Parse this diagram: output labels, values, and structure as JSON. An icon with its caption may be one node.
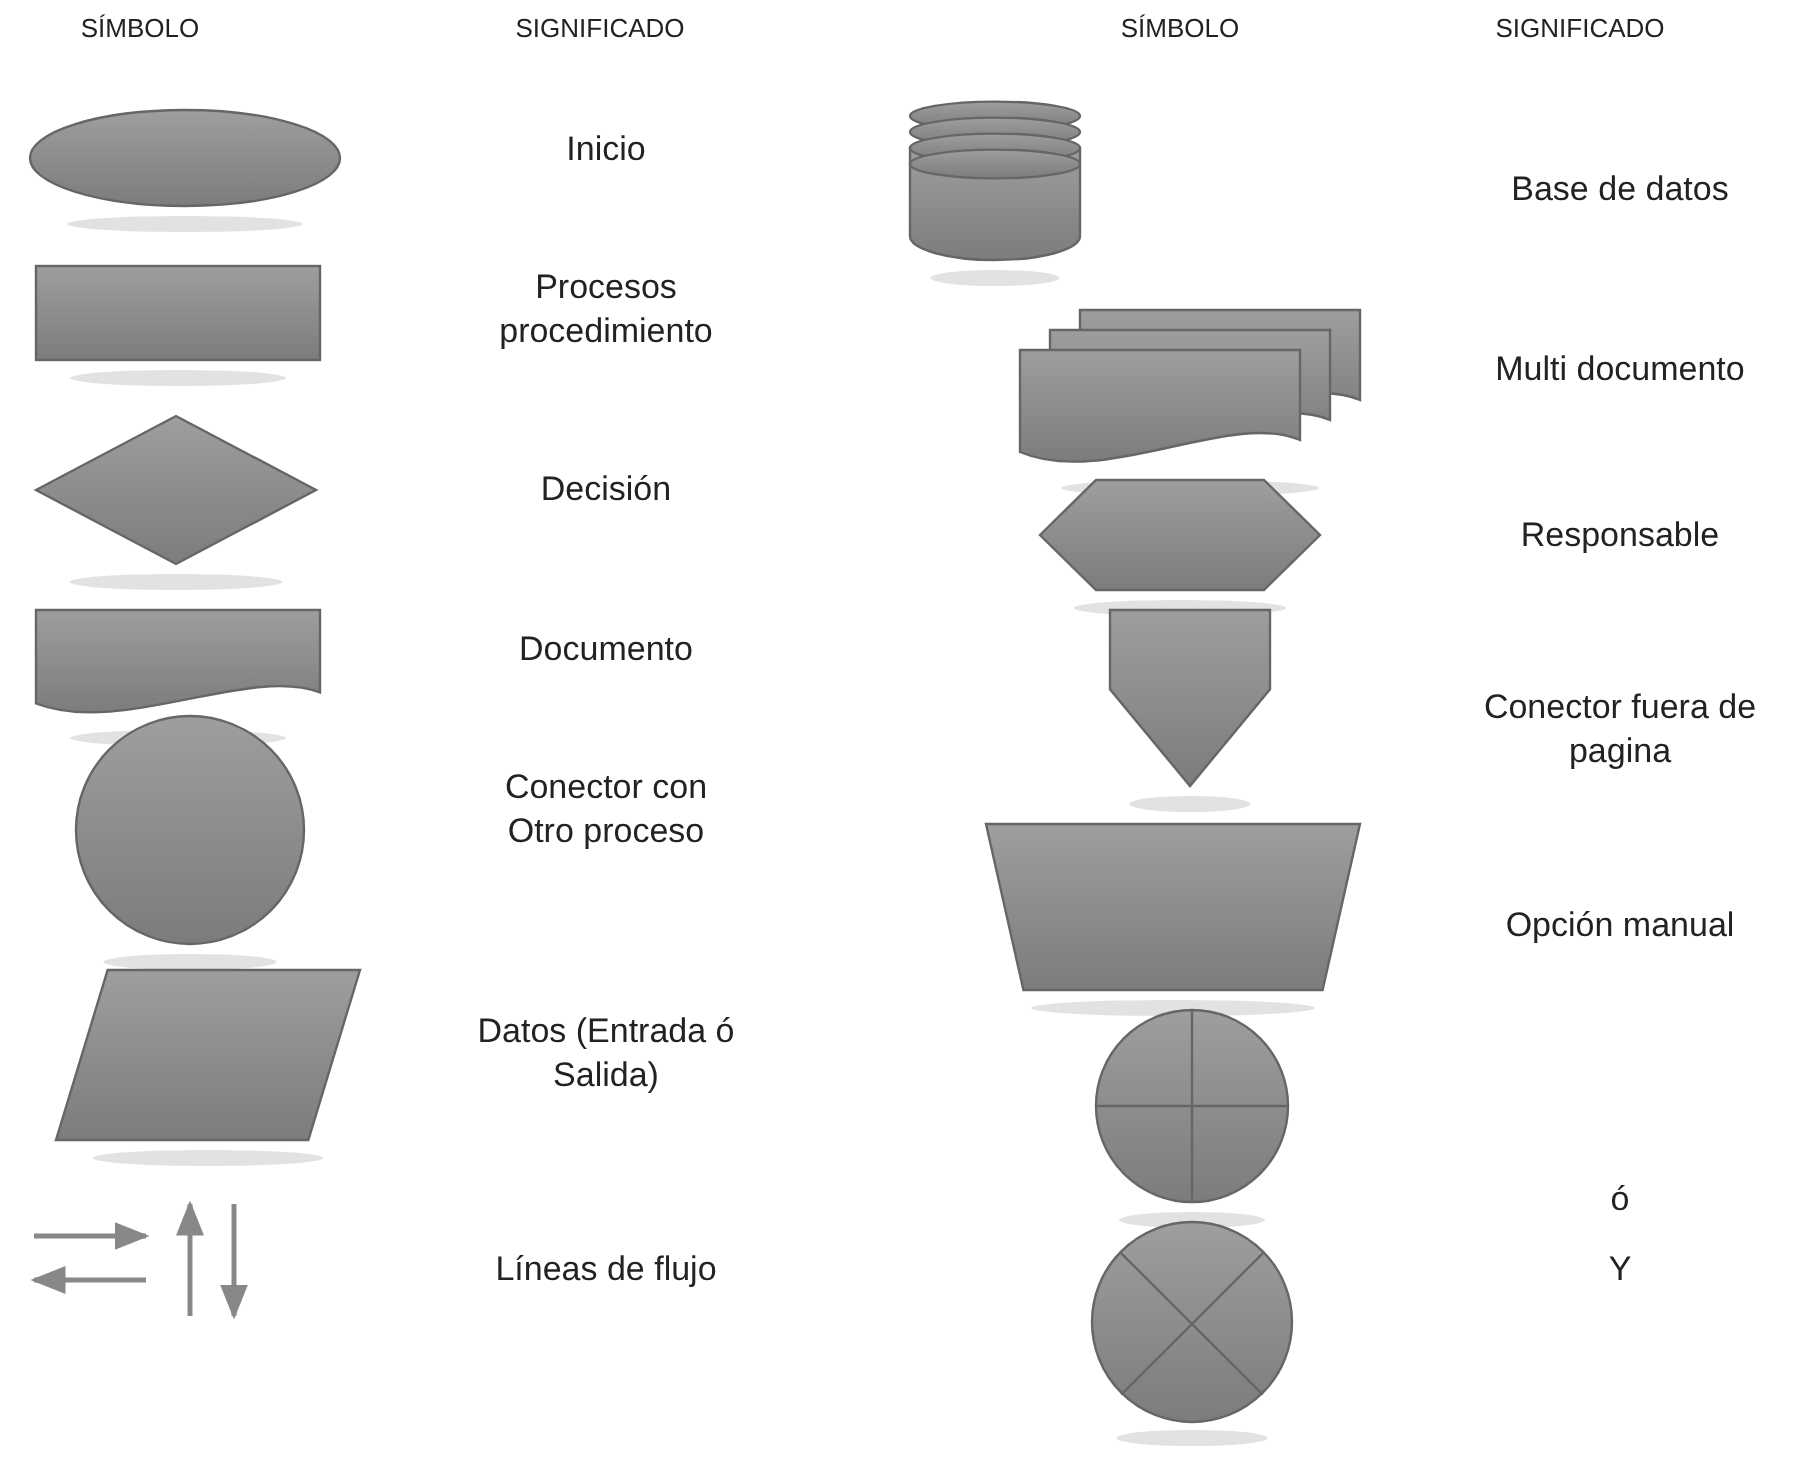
{
  "diagram": {
    "nodes": [
      {
        "text": [],
        "shape": "ellipse"
      },
      {
        "text": [],
        "shape": "box"
      },
      {
        "text": [],
        "shape": "diamond"
      },
      {
        "text": [],
        "shape": "document"
      },
      {
        "text": [],
        "shape": "circle"
      },
      {
        "text": [],
        "shape": "parallelogram"
      },
      {
        "text": [],
        "shape": "arrows"
      },
      {
        "text": [],
        "shape": "cylinder"
      },
      {
        "text": [],
        "shape": "documents"
      },
      {
        "text": [],
        "shape": "hexagon"
      },
      {
        "text": [],
        "shape": "pentagon"
      },
      {
        "text": [],
        "shape": "trapezoid"
      },
      {
        "text": [],
        "shape": "plus-circle"
      },
      {
        "text": [],
        "shape": "x-circle"
      }
    ],
    "labels": [
      "SÍMBOLO",
      "SIGNIFICADO",
      "SÍMBOLO",
      "SIGNIFICADO",
      "Inicio",
      "Procesos procedimiento",
      "Decisión",
      "Documento",
      "Conector con Otro proceso",
      "Datos (Entrada ó Salida)",
      "Líneas de flujo",
      "Base de datos",
      "Multi documento",
      "Responsable",
      "Conector fuera de pagina",
      "Opción manual",
      "ó",
      "Y"
    ]
  }
}
